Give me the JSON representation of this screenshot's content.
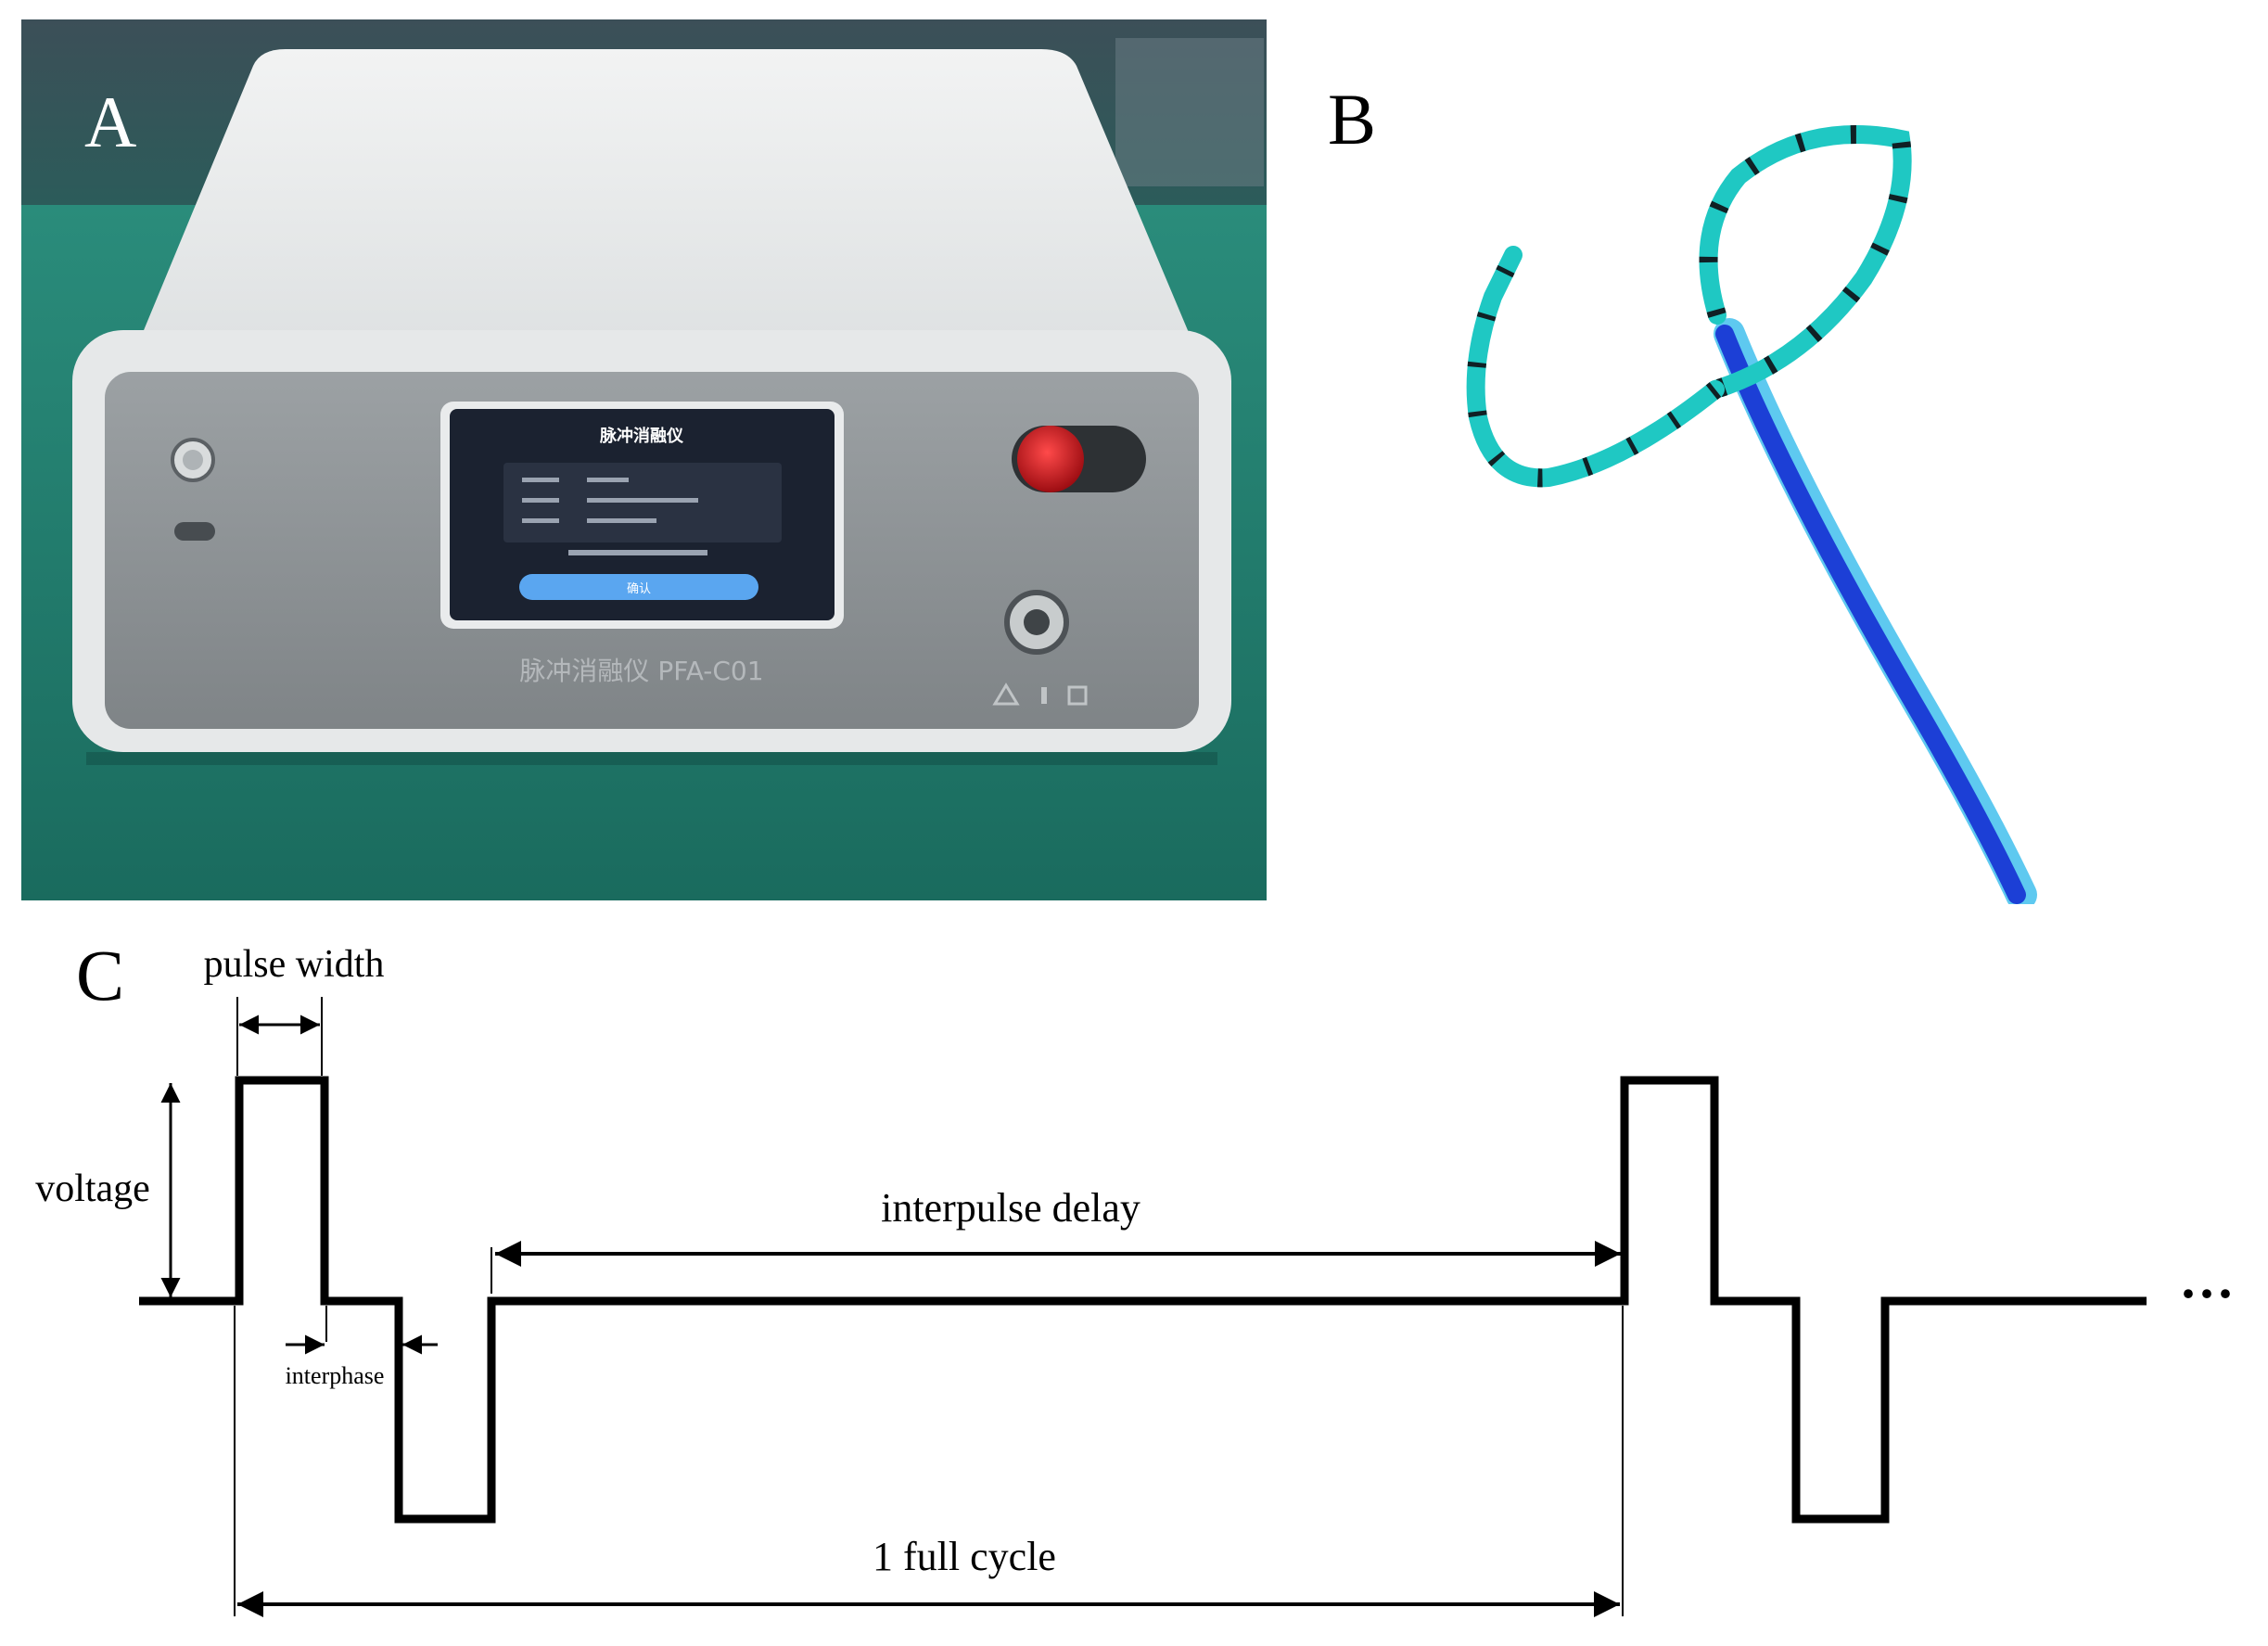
{
  "panels": {
    "a": {
      "letter": "A",
      "device_label": "脉冲消融仪 PFA-C01",
      "screen": {
        "title": "脉冲消融仪",
        "button_label": "确认"
      }
    },
    "b": {
      "letter": "B"
    },
    "c": {
      "letter": "C",
      "labels": {
        "pulse_width": "pulse width",
        "voltage": "voltage",
        "interphase": "interphase",
        "interpulse_delay": "interpulse delay",
        "full_cycle": "1 full cycle",
        "continuation": "···"
      }
    }
  },
  "colors": {
    "table_green": "#1f7c6d",
    "device_body": "#e4e6e7",
    "front_panel": "#8d9295",
    "screen_bg": "#1b2230",
    "screen_button": "#5aa6f0",
    "stop_button": "#c9141c",
    "catheter_teal": "#1fc8c3",
    "catheter_shaft": "#1c3fd6",
    "waveform": "#000000"
  }
}
